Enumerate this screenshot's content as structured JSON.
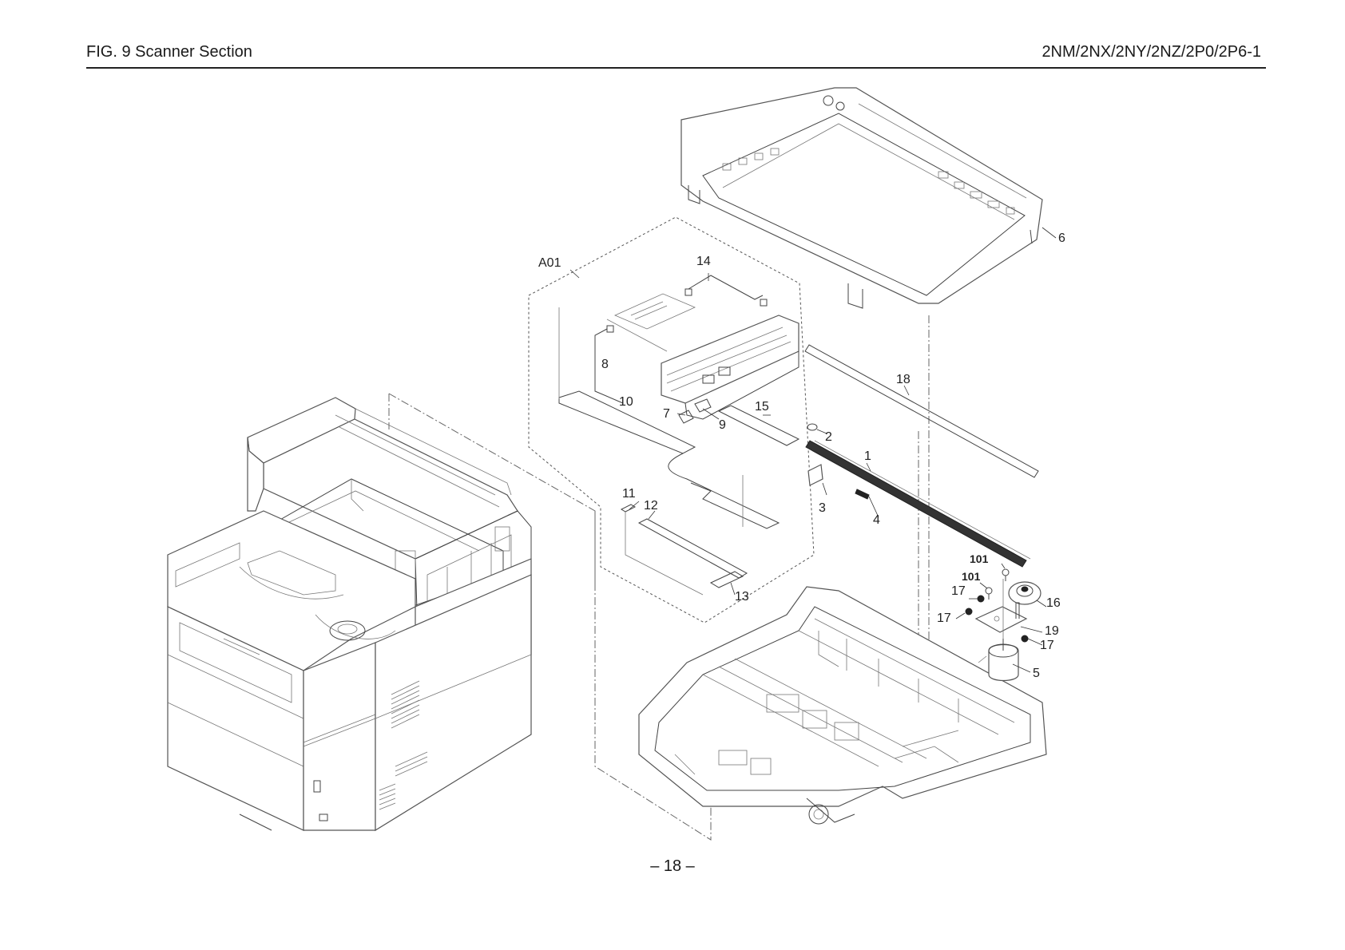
{
  "header": {
    "figure_title": "FIG. 9  Scanner Section",
    "model_codes": "2NM/2NX/2NY/2NZ/2P0/2P6-1"
  },
  "footer": {
    "page_number": "– 18 –"
  },
  "callouts": {
    "a01": "A01",
    "c1": "1",
    "c2": "2",
    "c3": "3",
    "c4": "4",
    "c5": "5",
    "c6": "6",
    "c7": "7",
    "c8": "8",
    "c9": "9",
    "c10": "10",
    "c11": "11",
    "c12": "12",
    "c13": "13",
    "c14": "14",
    "c15": "15",
    "c16": "16",
    "c17a": "17",
    "c17b": "17",
    "c17c": "17",
    "c18": "18",
    "c19": "19",
    "c101a": "101",
    "c101b": "101"
  }
}
